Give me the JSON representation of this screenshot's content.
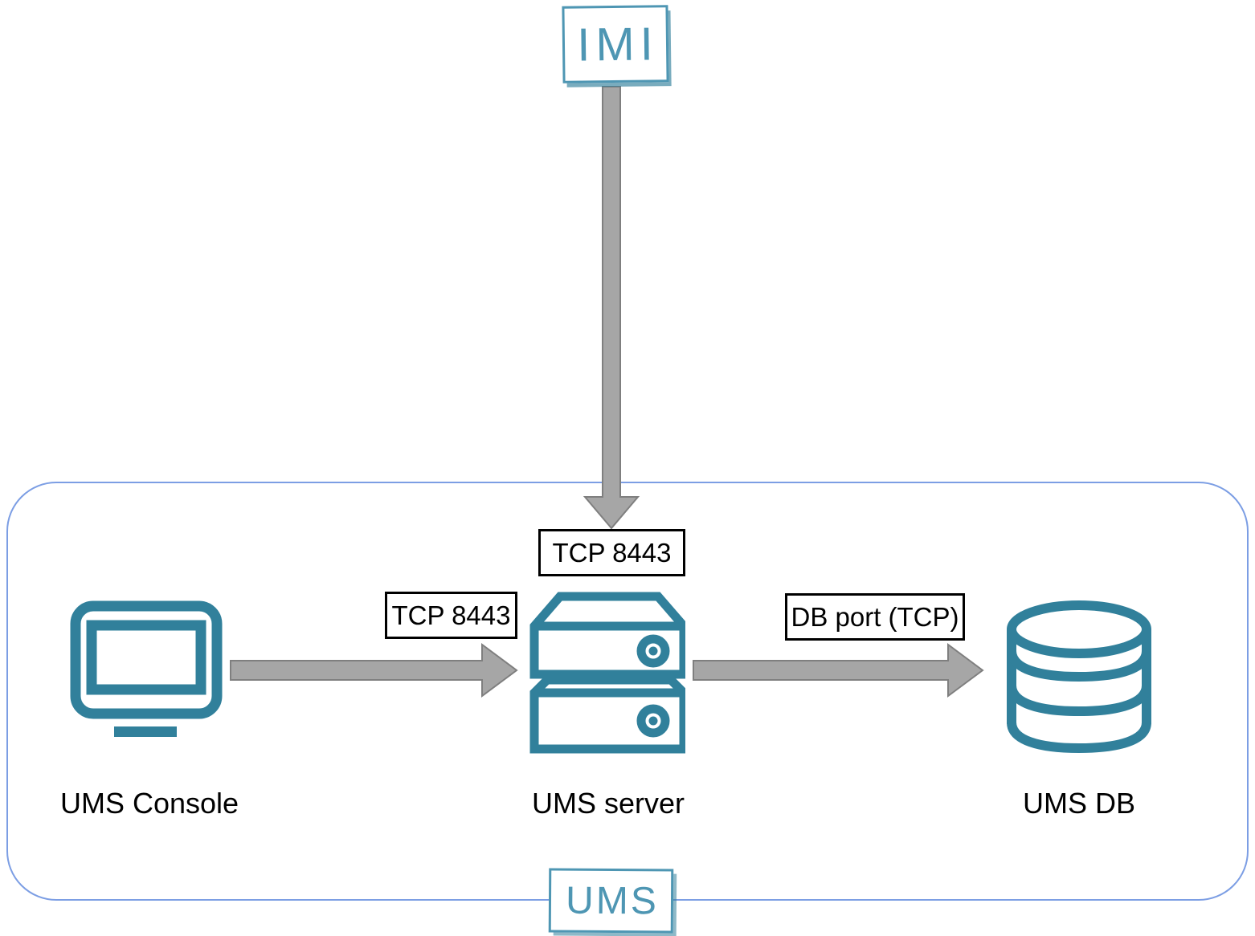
{
  "colors": {
    "icon_teal": "#31809B",
    "sketch_teal": "#4E96B3",
    "container_blue": "#7C9EE4",
    "arrow_fill": "#A6A6A6",
    "arrow_outline": "#7F7F7F",
    "label_text": "#000000",
    "white": "#FFFFFF"
  },
  "nodes": {
    "imi": {
      "label": "IMI"
    },
    "console": {
      "label": "UMS Console"
    },
    "server": {
      "label": "UMS server"
    },
    "db": {
      "label": "UMS DB"
    },
    "ums_group": {
      "label": "UMS"
    }
  },
  "edges": {
    "imi_to_server": {
      "label": "TCP 8443"
    },
    "console_to_server": {
      "label": "TCP 8443"
    },
    "server_to_db": {
      "label": "DB port (TCP)"
    }
  }
}
